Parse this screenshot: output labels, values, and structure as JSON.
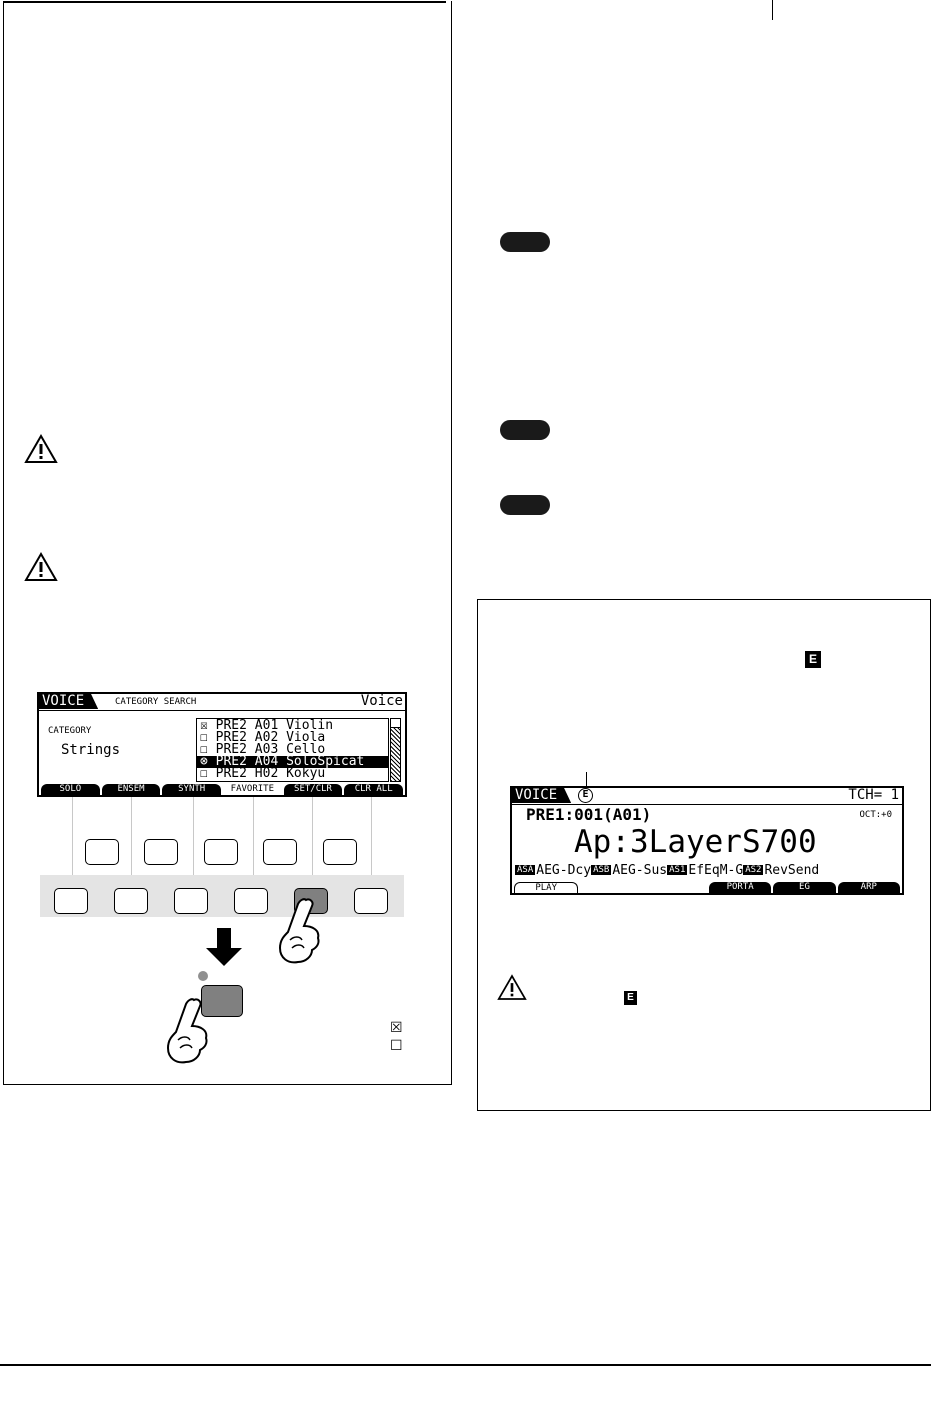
{
  "left_screen": {
    "header_tag": "VOICE",
    "header_title": "CATEGORY SEARCH",
    "header_right": "Voice",
    "category_label": "CATEGORY",
    "category_value": "Strings",
    "list": [
      {
        "checked": true,
        "text": "PRE2 A01 Violin",
        "selected": false
      },
      {
        "checked": false,
        "text": "PRE2 A02 Viola",
        "selected": false
      },
      {
        "checked": false,
        "text": "PRE2 A03 Cello",
        "selected": false
      },
      {
        "checked": true,
        "text": "PRE2 A04 SoloSpicat",
        "selected": true
      },
      {
        "checked": false,
        "text": "PRE2 H02 Kokyu",
        "selected": false
      }
    ],
    "tabs": [
      "SOLO",
      "ENSEM",
      "SYNTH",
      "FAVORITE",
      "SET/CLR",
      "CLR ALL"
    ]
  },
  "right_screen": {
    "header_tag": "VOICE",
    "badge": "E",
    "tch": "TCH= 1",
    "voice_number": "PRE1:001(A01)",
    "octave": "OCT:+0",
    "voice_name": "Ap:3LayerS700",
    "assigns": [
      {
        "tag": "ASA",
        "label": "AEG-Dcy"
      },
      {
        "tag": "ASB",
        "label": "AEG-Sus"
      },
      {
        "tag": "AS1",
        "label": "EfEqM-G"
      },
      {
        "tag": "AS2",
        "label": "RevSend"
      }
    ],
    "tabs": [
      "PLAY",
      "",
      "",
      "PORTA",
      "EG",
      "ARP"
    ]
  },
  "icons": {
    "caution": "caution-icon",
    "hand": "hand-icon",
    "arrow": "down-arrow-icon",
    "edit": "edit-indicator-icon"
  },
  "right_box_badge": "E",
  "caution_badge": "E"
}
